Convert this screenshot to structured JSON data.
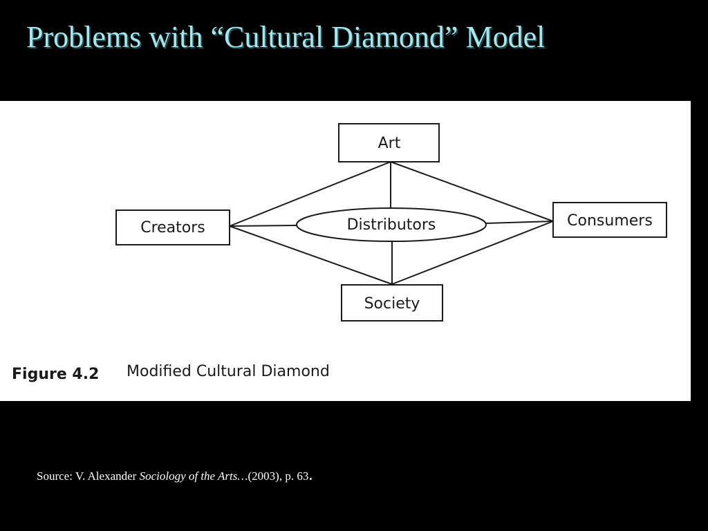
{
  "slide": {
    "title": "Problems with “Cultural Diamond” Model"
  },
  "diagram": {
    "nodes": {
      "art": "Art",
      "creators": "Creators",
      "distributors": "Distributors",
      "consumers": "Consumers",
      "society": "Society"
    },
    "caption": {
      "number": "Figure 4.2",
      "title": "Modified Cultural Diamond"
    }
  },
  "source": {
    "prefix": "Source: V. Alexander ",
    "book_title": "Sociology of the Arts…",
    "suffix": "(2003), p. 63",
    "end_mark": "."
  }
}
